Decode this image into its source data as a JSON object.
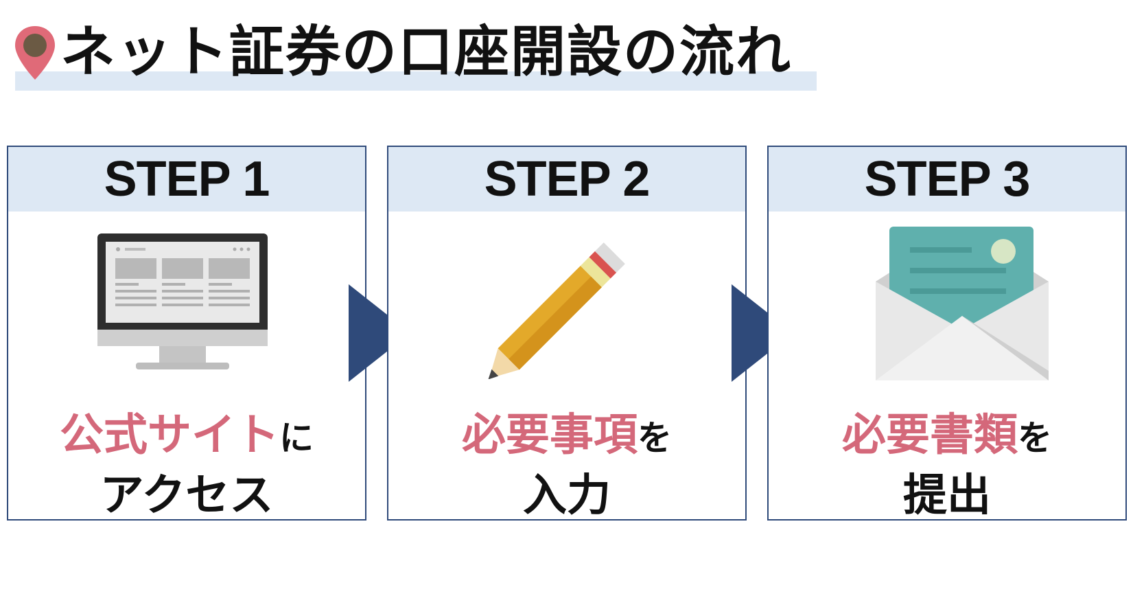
{
  "title": "ネット証券の口座開設の流れ",
  "colors": {
    "frame": "#2f4a7a",
    "header_bg": "#dde8f4",
    "highlight": "#d4687a",
    "arrow": "#2f4a7a",
    "pin": "#e06a78"
  },
  "steps": [
    {
      "label": "STEP 1",
      "icon": "monitor-icon",
      "highlight": "公式サイト",
      "suffix": "に",
      "line2": "アクセス"
    },
    {
      "label": "STEP 2",
      "icon": "pencil-icon",
      "highlight": "必要事項",
      "suffix": "を",
      "line2": "入力"
    },
    {
      "label": "STEP 3",
      "icon": "envelope-icon",
      "highlight": "必要書類",
      "suffix": "を",
      "line2": "提出"
    }
  ]
}
